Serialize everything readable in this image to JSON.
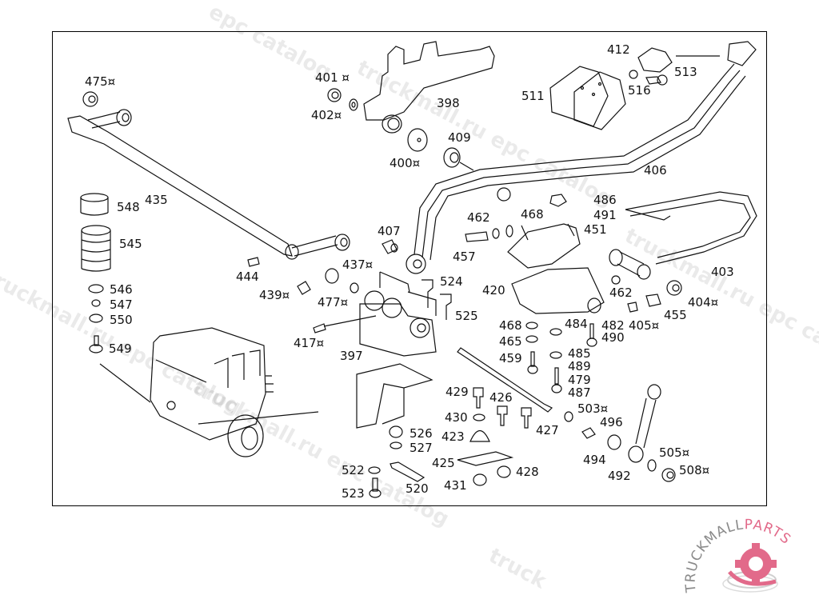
{
  "diagram": {
    "title": "Truck front axle suspension parts catalog diagram",
    "marker_symbol": "¤",
    "parts": [
      {
        "id": "p475",
        "number": "475",
        "marked": true
      },
      {
        "id": "p401",
        "number": "401",
        "marked": true
      },
      {
        "id": "p402",
        "number": "402",
        "marked": true
      },
      {
        "id": "p398",
        "number": "398",
        "marked": false
      },
      {
        "id": "p400",
        "number": "400",
        "marked": true
      },
      {
        "id": "p409",
        "number": "409",
        "marked": false
      },
      {
        "id": "p412",
        "number": "412",
        "marked": false
      },
      {
        "id": "p513",
        "number": "513",
        "marked": false
      },
      {
        "id": "p511",
        "number": "511",
        "marked": false
      },
      {
        "id": "p516",
        "number": "516",
        "marked": false
      },
      {
        "id": "p406",
        "number": "406",
        "marked": false
      },
      {
        "id": "p435",
        "number": "435",
        "marked": false
      },
      {
        "id": "p548",
        "number": "548",
        "marked": false
      },
      {
        "id": "p545",
        "number": "545",
        "marked": false
      },
      {
        "id": "p546",
        "number": "546",
        "marked": false
      },
      {
        "id": "p547",
        "number": "547",
        "marked": false
      },
      {
        "id": "p550",
        "number": "550",
        "marked": false
      },
      {
        "id": "p549",
        "number": "549",
        "marked": false
      },
      {
        "id": "p444",
        "number": "444",
        "marked": false
      },
      {
        "id": "p439",
        "number": "439",
        "marked": true
      },
      {
        "id": "p437",
        "number": "437",
        "marked": true
      },
      {
        "id": "p477",
        "number": "477",
        "marked": true
      },
      {
        "id": "p407",
        "number": "407",
        "marked": false
      },
      {
        "id": "p417",
        "number": "417",
        "marked": true
      },
      {
        "id": "p397",
        "number": "397",
        "marked": false
      },
      {
        "id": "p524",
        "number": "524",
        "marked": false
      },
      {
        "id": "p525",
        "number": "525",
        "marked": false
      },
      {
        "id": "p462a",
        "number": "462",
        "marked": false
      },
      {
        "id": "p457",
        "number": "457",
        "marked": false
      },
      {
        "id": "p468a",
        "number": "468",
        "marked": false
      },
      {
        "id": "p486",
        "number": "486",
        "marked": false
      },
      {
        "id": "p491",
        "number": "491",
        "marked": false
      },
      {
        "id": "p451",
        "number": "451",
        "marked": false
      },
      {
        "id": "p420",
        "number": "420",
        "marked": false
      },
      {
        "id": "p462b",
        "number": "462",
        "marked": false
      },
      {
        "id": "p403",
        "number": "403",
        "marked": false
      },
      {
        "id": "p404",
        "number": "404",
        "marked": true
      },
      {
        "id": "p455",
        "number": "455",
        "marked": false
      },
      {
        "id": "p405",
        "number": "405",
        "marked": true
      },
      {
        "id": "p468b",
        "number": "468",
        "marked": false
      },
      {
        "id": "p465",
        "number": "465",
        "marked": false
      },
      {
        "id": "p459",
        "number": "459",
        "marked": false
      },
      {
        "id": "p484",
        "number": "484",
        "marked": false
      },
      {
        "id": "p482",
        "number": "482",
        "marked": false
      },
      {
        "id": "p490",
        "number": "490",
        "marked": false
      },
      {
        "id": "p485",
        "number": "485",
        "marked": false
      },
      {
        "id": "p489",
        "number": "489",
        "marked": false
      },
      {
        "id": "p479",
        "number": "479",
        "marked": false
      },
      {
        "id": "p487",
        "number": "487",
        "marked": false
      },
      {
        "id": "p429",
        "number": "429",
        "marked": false
      },
      {
        "id": "p426",
        "number": "426",
        "marked": false
      },
      {
        "id": "p430",
        "number": "430",
        "marked": false
      },
      {
        "id": "p423",
        "number": "423",
        "marked": false
      },
      {
        "id": "p427",
        "number": "427",
        "marked": false
      },
      {
        "id": "p425",
        "number": "425",
        "marked": false
      },
      {
        "id": "p428",
        "number": "428",
        "marked": false
      },
      {
        "id": "p431",
        "number": "431",
        "marked": false
      },
      {
        "id": "p526",
        "number": "526",
        "marked": false
      },
      {
        "id": "p527",
        "number": "527",
        "marked": false
      },
      {
        "id": "p522",
        "number": "522",
        "marked": false
      },
      {
        "id": "p520",
        "number": "520",
        "marked": false
      },
      {
        "id": "p523",
        "number": "523",
        "marked": false
      },
      {
        "id": "p503",
        "number": "503",
        "marked": true
      },
      {
        "id": "p496",
        "number": "496",
        "marked": false
      },
      {
        "id": "p494",
        "number": "494",
        "marked": false
      },
      {
        "id": "p492",
        "number": "492",
        "marked": false
      },
      {
        "id": "p505",
        "number": "505",
        "marked": true
      },
      {
        "id": "p508",
        "number": "508",
        "marked": true
      }
    ]
  },
  "watermarks": [
    "epc catalog",
    "truckmall.ru epc catalog",
    "truckmall.ru epc catalog",
    "truckmall.ru epc catalog",
    "truckmall.ru epc catalog"
  ],
  "logo": {
    "text_main": "TRUCKMALL",
    "text_accent": "PARTS",
    "accent_color": "#e26a8a",
    "main_color": "#8a8a8a"
  }
}
